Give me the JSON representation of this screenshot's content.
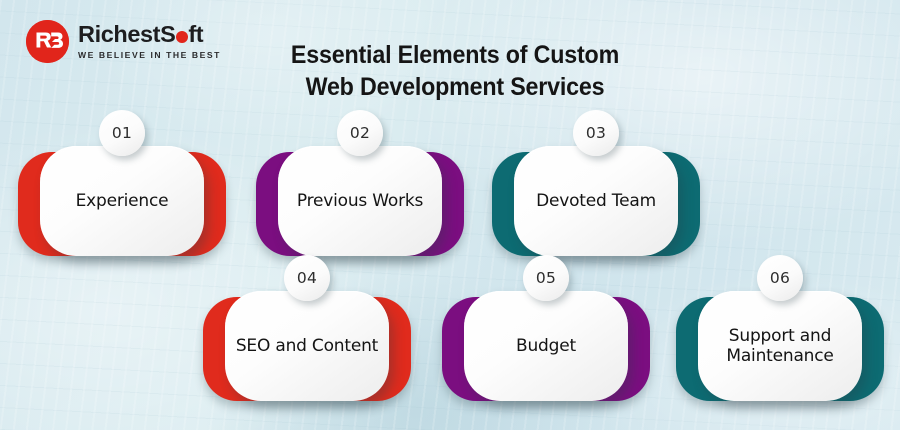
{
  "brand": {
    "name_part1": "RichestS",
    "name_part2": "ft",
    "tagline": "WE BELIEVE IN THE BEST",
    "mark_letters": "RS",
    "mark_color": "#e1251b"
  },
  "header": {
    "title_line1": "Essential Elements of Custom",
    "title_line2": "Web Development Services"
  },
  "theme": {
    "background": "#d6e8ee",
    "red": "#e02b1d",
    "purple": "#7b0e80",
    "teal": "#0d6b72",
    "card_face": "#ffffff",
    "text": "#141414"
  },
  "cards": [
    {
      "number": "01",
      "label": "Experience",
      "color": "#e02b1d",
      "color_name": "red"
    },
    {
      "number": "02",
      "label": "Previous Works",
      "color": "#7b0e80",
      "color_name": "purple"
    },
    {
      "number": "03",
      "label": "Devoted Team",
      "color": "#0d6b72",
      "color_name": "teal"
    },
    {
      "number": "04",
      "label": "SEO and Content",
      "color": "#e02b1d",
      "color_name": "red"
    },
    {
      "number": "05",
      "label": "Budget",
      "color": "#7b0e80",
      "color_name": "purple"
    },
    {
      "number": "06",
      "label": "Support and\nMaintenance",
      "color": "#0d6b72",
      "color_name": "teal"
    }
  ]
}
